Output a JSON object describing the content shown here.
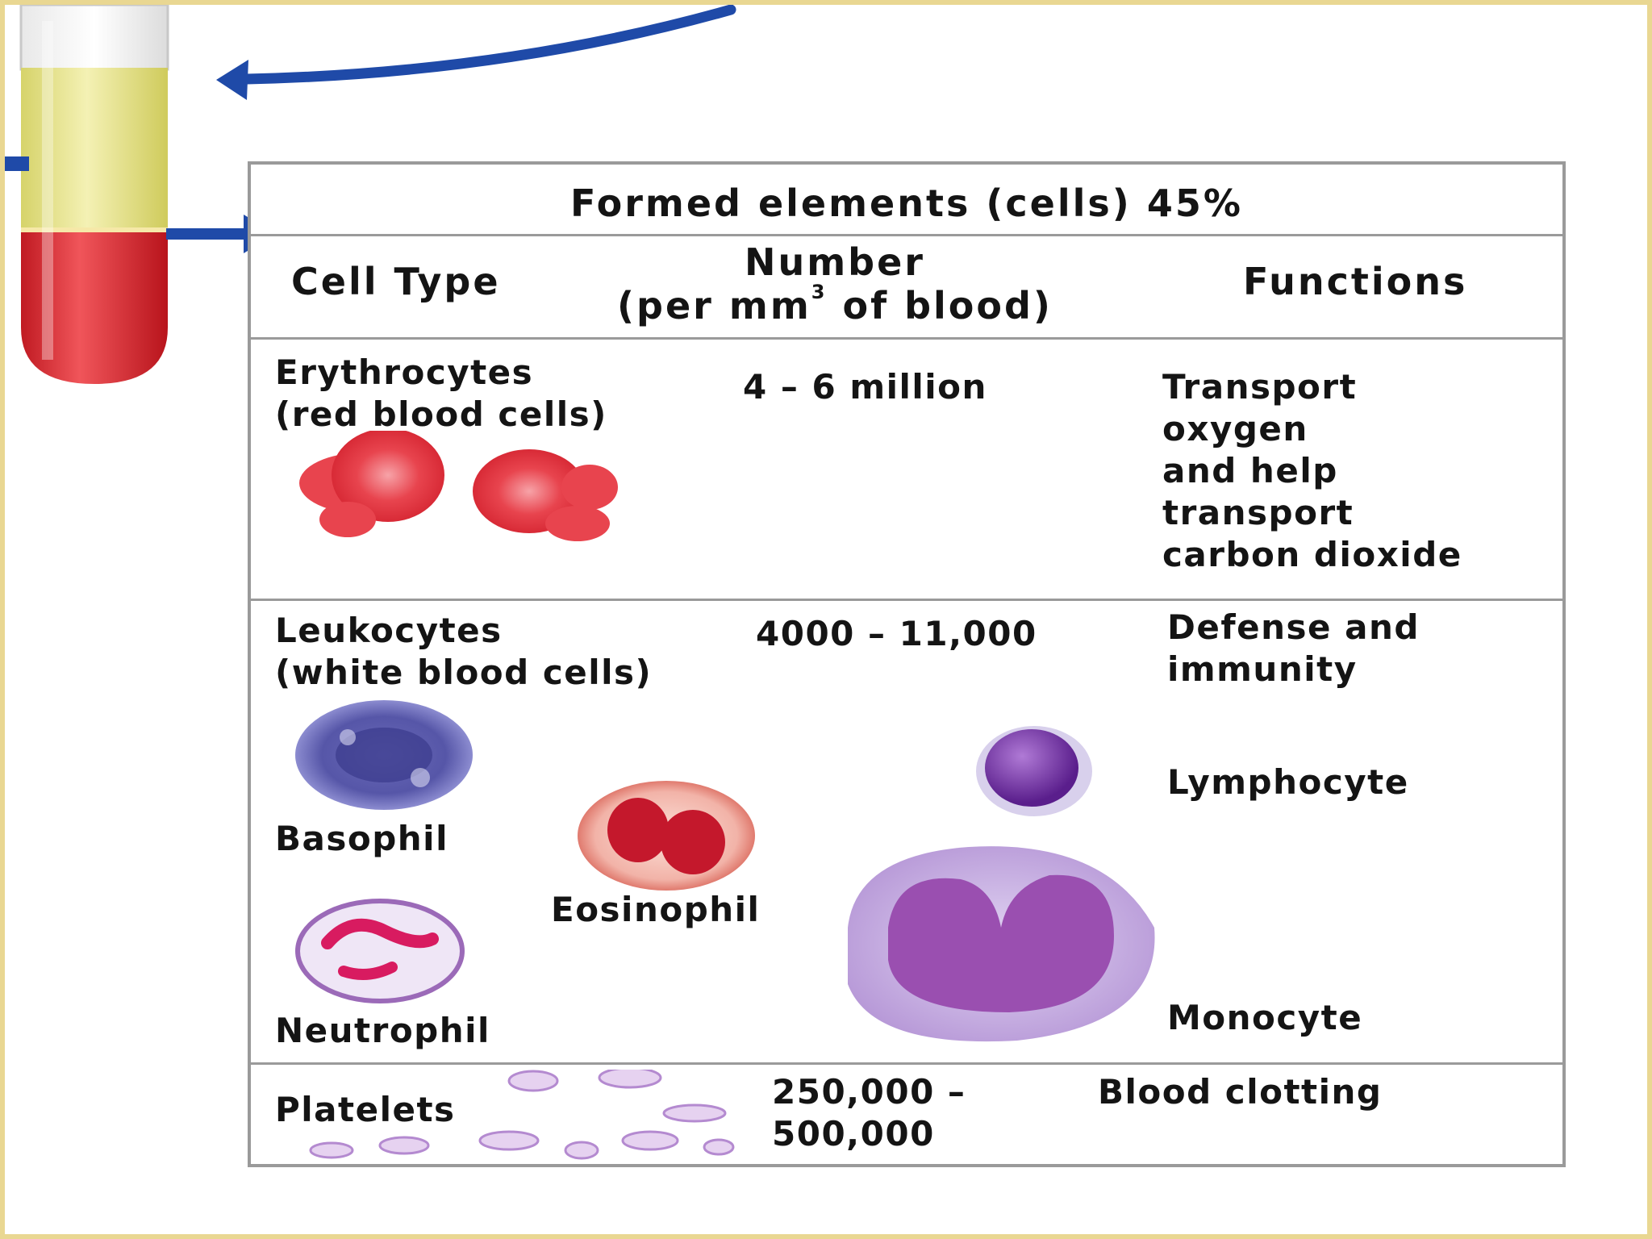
{
  "title": "Formed elements (cells) 45%",
  "columns": {
    "cell_type": "Cell Type",
    "number_line1": "Number",
    "number_line2_pre": "(per mm",
    "number_line2_sup": "3",
    "number_line2_post": " of blood)",
    "functions": "Functions"
  },
  "rows": {
    "erythrocytes": {
      "name": "Erythrocytes",
      "name2": "(red blood cells)",
      "number": "4 – 6 million",
      "function_lines": [
        "Transport",
        "oxygen",
        "and help",
        "transport",
        "carbon dioxide"
      ]
    },
    "leukocytes": {
      "name": "Leukocytes",
      "name2": "(white blood cells)",
      "number": "4000 – 11,000",
      "function_lines": [
        "Defense and",
        "immunity"
      ],
      "types": {
        "basophil": "Basophil",
        "eosinophil": "Eosinophil",
        "neutrophil": "Neutrophil",
        "lymphocyte": "Lymphocyte",
        "monocyte": "Monocyte"
      }
    },
    "platelets": {
      "name": "Platelets",
      "number_line1": "250,000 –",
      "number_line2": "500,000",
      "function": "Blood clotting"
    }
  },
  "colors": {
    "arrow": "#1f4aa8",
    "plasma": "#e8e38a",
    "blood": "#d8242c",
    "border": "#9a9a9a",
    "frame": "#e9d792"
  }
}
